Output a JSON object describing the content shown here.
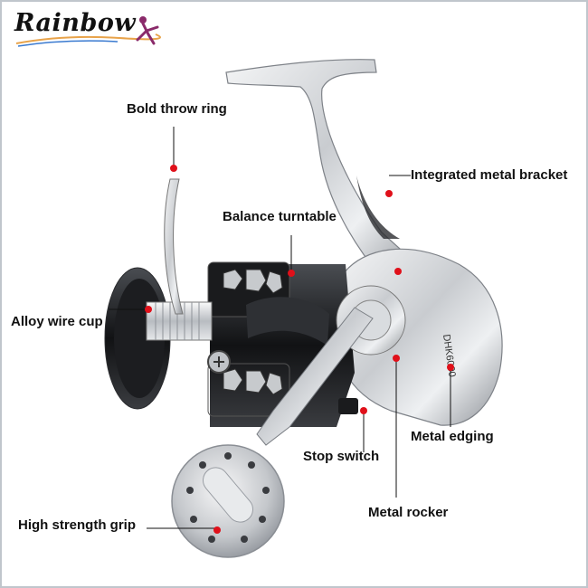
{
  "brand": {
    "name": "Rainbow"
  },
  "reel": {
    "model_text": "DHK6000"
  },
  "labels": {
    "throw_ring": "Bold throw ring",
    "bracket": "Integrated metal bracket",
    "turntable": "Balance turntable",
    "wire_cup": "Alloy wire cup",
    "edging": "Metal edging",
    "stop_switch": "Stop switch",
    "rocker": "Metal rocker",
    "grip": "High strength grip"
  },
  "colors": {
    "marker": "#e0101a",
    "label_text": "#111111",
    "brand_accent": "#8a2a6a"
  }
}
